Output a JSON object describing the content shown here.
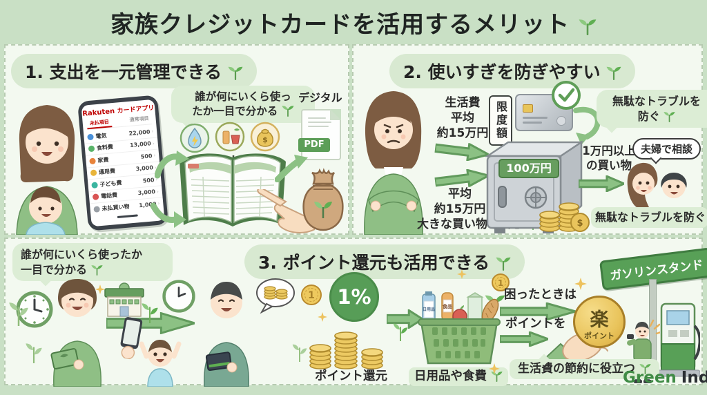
{
  "title": "家族クレジットカードを活用するメリット",
  "footer": {
    "brand_green": "Green",
    "brand_dark": "Index"
  },
  "section1": {
    "heading": "1. 支出を一元管理できる",
    "bubble_line1": "誰が何にいくら使っ",
    "bubble_line2": "たか一目で分かる",
    "digital_label": "デジタル",
    "pdf_label": "PDF",
    "phone": {
      "brand": "Rakuten",
      "app_name": "カードアプリ",
      "tab_active": "未払項目",
      "tab_inactive": "通常項目",
      "rows": [
        {
          "label": "電気",
          "value": "22,000"
        },
        {
          "label": "食料費",
          "value": "13,000"
        },
        {
          "label": "家費",
          "value": "500"
        },
        {
          "label": "通用費",
          "value": "3,000"
        },
        {
          "label": "子ども費",
          "value": "500"
        },
        {
          "label": "電話費",
          "value": "3,000"
        },
        {
          "label": "未払買い物",
          "value": "1,000"
        }
      ]
    }
  },
  "section2": {
    "heading": "2. 使いすぎを防ぎやすい",
    "living_lines": [
      "生活費",
      "平均",
      "約15万円"
    ],
    "limit_label": "限度額",
    "bubble_top_line1": "無駄なトラブルを",
    "bubble_top_line2": "防ぐ",
    "safe_amount": "100万円",
    "avg_lines": [
      "平均",
      "約15万円"
    ],
    "big_purchase": "大きな買い物も安心",
    "over10k_line1": "1万円以上",
    "over10k_line2": "の買い物",
    "consult": "夫婦で相談",
    "coin_symbol": "$",
    "bubble_bottom": "無駄なトラブルを防ぐ"
  },
  "section3": {
    "bubble_line1": "誰が何にいくら使ったか",
    "bubble_line2": "一目で分かる",
    "heading": "3. ポイント還元も活用できる",
    "rate": "1%",
    "coin_unit": "1",
    "point_return": "ポイント還元",
    "daily_goods": "日用品や食費",
    "trouble": "困ったときは",
    "points_to": "ポイントを",
    "raku": "楽",
    "raku_sub": "ポイント",
    "gas_sign": "ガソリンスタンド",
    "saving": "生活費の節約に役立つ",
    "label_food": "食品",
    "label_daily": "日用品"
  }
}
